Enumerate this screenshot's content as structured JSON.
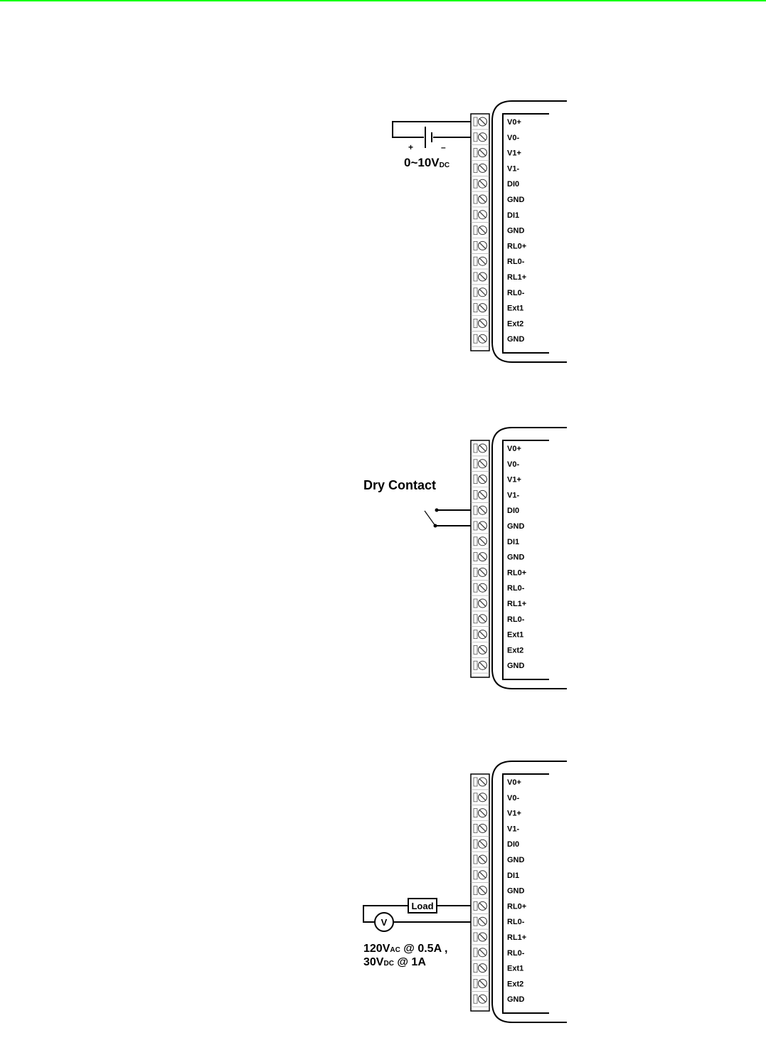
{
  "colors": {
    "top_rule": "#00ff00",
    "ink": "#000000"
  },
  "pins": [
    "V0+",
    "V0-",
    "V1+",
    "V1-",
    "DI0",
    "GND",
    "DI1",
    "GND",
    "RL0+",
    "RL0-",
    "RL1+",
    "RL0-",
    "Ext1",
    "Ext2",
    "GND"
  ],
  "diagrams": [
    {
      "id": "analog-input",
      "voltage": {
        "main": "0~10V",
        "sub": "DC"
      },
      "plus": "+",
      "minus": "–"
    },
    {
      "id": "digital-input",
      "label": "Dry Contact"
    },
    {
      "id": "relay-output",
      "load": "Load",
      "meter": "V",
      "rating_line1": {
        "a": "120V",
        "a_sub": "AC",
        "b": " @ 0.5A ,"
      },
      "rating_line2": {
        "a": "30V",
        "a_sub": "DC",
        "b": " @ 1A"
      }
    }
  ]
}
